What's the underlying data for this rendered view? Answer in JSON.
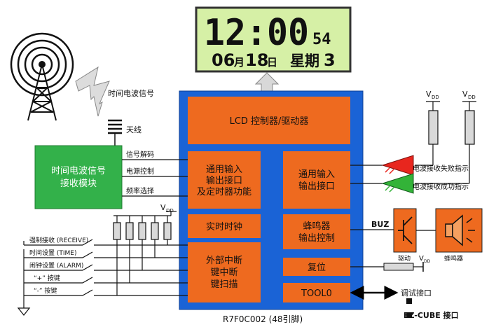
{
  "lcd": {
    "time_hm": "12:00",
    "time_s": "54",
    "month": "06",
    "month_char": "月",
    "day": "18",
    "day_char": "日",
    "weekday_label": "星期",
    "weekday_num": "3"
  },
  "mcu": {
    "lcd_controller": "LCD 控制器/驱动器",
    "gpio_timer": [
      "通用输入",
      "输出接口",
      "及定时器功能"
    ],
    "rtc": "实时时钟",
    "ext_int": [
      "外部中断",
      "键中断",
      "键扫描"
    ],
    "gpio_right": [
      "通用输入",
      "输出接口"
    ],
    "buzzer_ctrl": [
      "蜂鸣器",
      "输出控制"
    ],
    "reset": "复位",
    "tool0": "TOOL0",
    "chip_name": "R7F0C002 (48引脚)"
  },
  "radio": {
    "signal_label": "时间电波信号",
    "antenna_label": "天线",
    "module_label": [
      "时间电波信号",
      "接收模块"
    ]
  },
  "radio_lines": [
    "信号解码",
    "电源控制",
    "频率选择"
  ],
  "keys": [
    "强制接收 (RECEIVE)",
    "时间设置 (TIME)",
    "闹钟设置 (ALARM)",
    "“+” 按键",
    "“-” 按键"
  ],
  "vdd": {
    "v": "V",
    "sub": "DD"
  },
  "leds": {
    "fail": "电波接收失败指示",
    "success": "电波接收成功指示"
  },
  "buzzer": {
    "buz": "BUZ",
    "driver": "驱动",
    "speaker": "蜂鸣器"
  },
  "debug": {
    "label": "调试接口",
    "ez": "EZ-CUBE 接口"
  },
  "colors": {
    "mcu_blue": "#1a63d6",
    "block_orange": "#ee6a1f",
    "module_green": "#33b14a",
    "lcd_green": "#d6f0a6",
    "led_red": "#e8261e",
    "led_green": "#33b338"
  }
}
